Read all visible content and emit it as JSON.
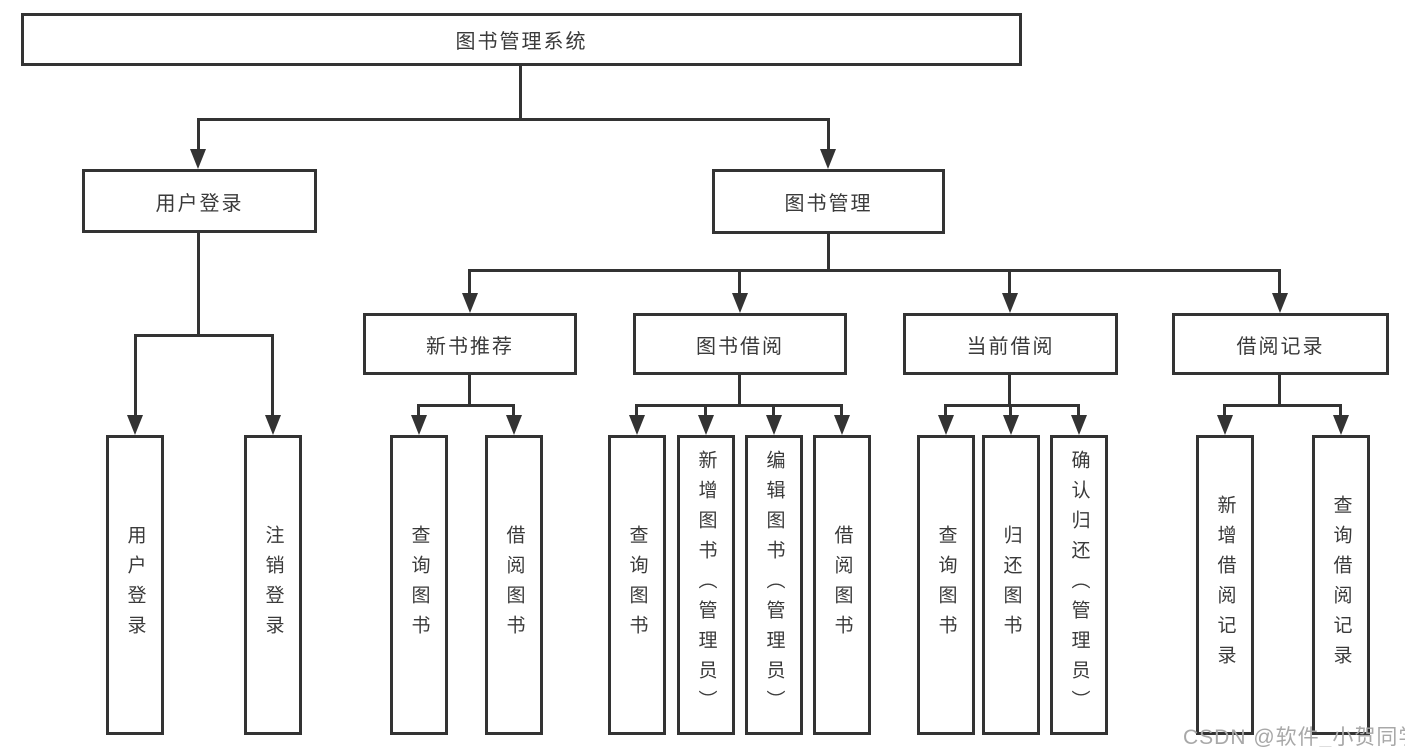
{
  "diagram": {
    "root": {
      "label": "图书管理系统"
    },
    "level2": {
      "user_login": {
        "label": "用户登录"
      },
      "book_mgmt": {
        "label": "图书管理"
      }
    },
    "level3": {
      "new_books": {
        "label": "新书推荐"
      },
      "borrow": {
        "label": "图书借阅"
      },
      "current": {
        "label": "当前借阅"
      },
      "records": {
        "label": "借阅记录"
      }
    },
    "leaves": {
      "user_login": [
        "用户登录",
        "注销登录"
      ],
      "new_books": [
        "查询图书",
        "借阅图书"
      ],
      "borrow": [
        "查询图书",
        "新增图书（管理员）",
        "编辑图书（管理员）",
        "借阅图书"
      ],
      "current": [
        "查询图书",
        "归还图书",
        "确认归还（管理员）"
      ],
      "records": [
        "新增借阅记录",
        "查询借阅记录"
      ]
    }
  },
  "watermark": {
    "text": "CSDN @软件_小贺同学"
  },
  "colors": {
    "line": "#333333",
    "text": "#3a3a3a",
    "background": "#ffffff",
    "watermark": "#a8a8a8"
  }
}
